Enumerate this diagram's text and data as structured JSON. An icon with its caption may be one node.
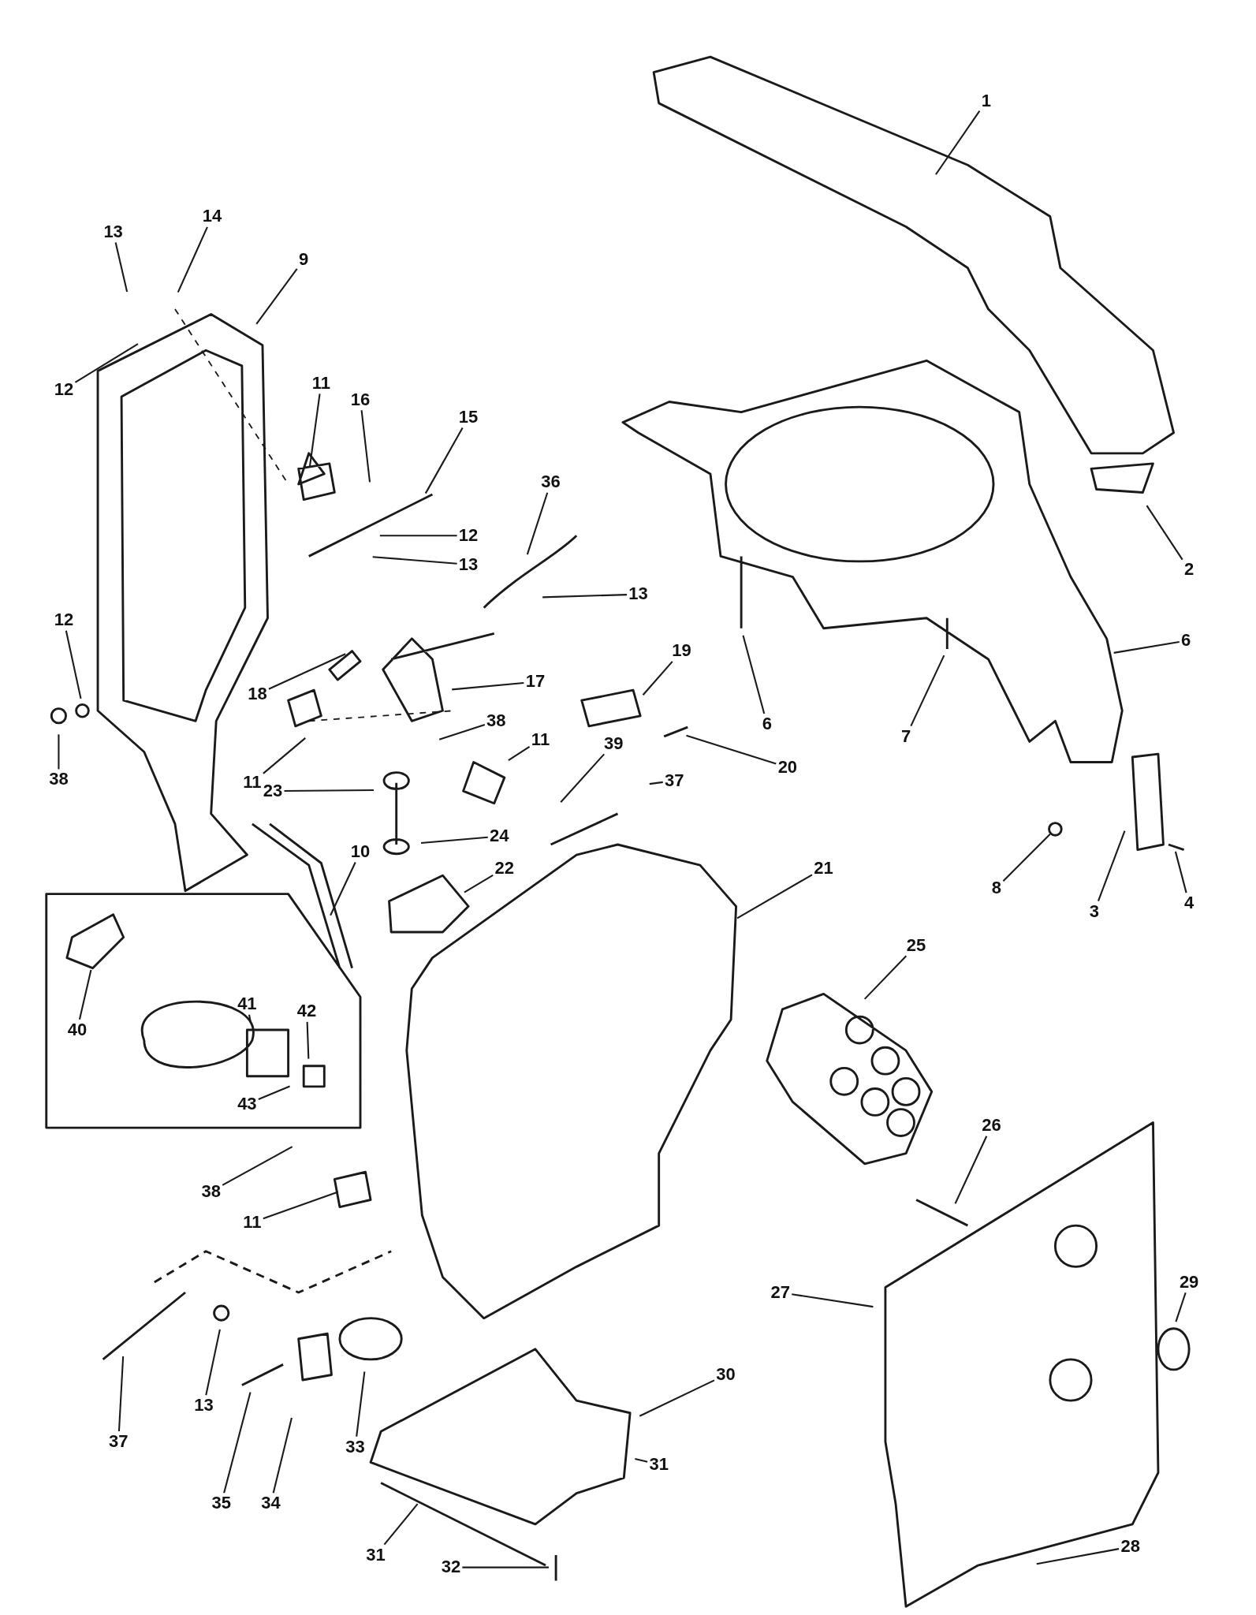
{
  "diagram": {
    "nodes": [
      {
        "text": [
          "1"
        ]
      },
      {
        "text": [
          "14"
        ]
      },
      {
        "text": [
          "13"
        ]
      },
      {
        "text": [
          "9"
        ]
      },
      {
        "text": [
          "12"
        ]
      },
      {
        "text": [
          "11"
        ]
      },
      {
        "text": [
          "16"
        ]
      },
      {
        "text": [
          "15"
        ]
      },
      {
        "text": [
          "36"
        ]
      },
      {
        "text": [
          "12"
        ]
      },
      {
        "text": [
          "13"
        ]
      },
      {
        "text": [
          "2"
        ]
      },
      {
        "text": [
          "13"
        ]
      },
      {
        "text": [
          "12"
        ]
      },
      {
        "text": [
          "6"
        ]
      },
      {
        "text": [
          "19"
        ]
      },
      {
        "text": [
          "17"
        ]
      },
      {
        "text": [
          "38"
        ]
      },
      {
        "text": [
          "6"
        ]
      },
      {
        "text": [
          "18"
        ]
      },
      {
        "text": [
          "7"
        ]
      },
      {
        "text": [
          "38"
        ]
      },
      {
        "text": [
          "11"
        ]
      },
      {
        "text": [
          "20"
        ]
      },
      {
        "text": [
          "39"
        ]
      },
      {
        "text": [
          "11"
        ]
      },
      {
        "text": [
          "23"
        ]
      },
      {
        "text": [
          "37"
        ]
      },
      {
        "text": [
          "24"
        ]
      },
      {
        "text": [
          "10"
        ]
      },
      {
        "text": [
          "22"
        ]
      },
      {
        "text": [
          "21"
        ]
      },
      {
        "text": [
          "8"
        ]
      },
      {
        "text": [
          "4"
        ]
      },
      {
        "text": [
          "3"
        ]
      },
      {
        "text": [
          "25"
        ]
      },
      {
        "text": [
          "41"
        ]
      },
      {
        "text": [
          "42"
        ]
      },
      {
        "text": [
          "40"
        ]
      },
      {
        "text": [
          "43"
        ]
      },
      {
        "text": [
          "26"
        ]
      },
      {
        "text": [
          "38"
        ]
      },
      {
        "text": [
          "11"
        ]
      },
      {
        "text": [
          "29"
        ]
      },
      {
        "text": [
          "27"
        ]
      },
      {
        "text": [
          "30"
        ]
      },
      {
        "text": [
          "13"
        ]
      },
      {
        "text": [
          "37"
        ]
      },
      {
        "text": [
          "33"
        ]
      },
      {
        "text": [
          "31"
        ]
      },
      {
        "text": [
          "35"
        ]
      },
      {
        "text": [
          "34"
        ]
      },
      {
        "text": [
          "28"
        ]
      },
      {
        "text": [
          "31"
        ]
      },
      {
        "text": [
          "32"
        ]
      }
    ],
    "edges": [
      {
        "from": 0,
        "to": null,
        "arrow": "none"
      },
      {
        "from": 1,
        "to": null,
        "arrow": "none"
      },
      {
        "from": 2,
        "to": null,
        "arrow": "none"
      },
      {
        "from": 3,
        "to": null,
        "arrow": "none"
      },
      {
        "from": 4,
        "to": null,
        "arrow": "none"
      },
      {
        "from": 5,
        "to": null,
        "arrow": "none"
      },
      {
        "from": 6,
        "to": null,
        "arrow": "none"
      },
      {
        "from": 7,
        "to": null,
        "arrow": "none"
      },
      {
        "from": 8,
        "to": null,
        "arrow": "none"
      },
      {
        "from": 9,
        "to": null,
        "arrow": "none"
      },
      {
        "from": 10,
        "to": null,
        "arrow": "none"
      },
      {
        "from": 11,
        "to": null,
        "arrow": "none"
      },
      {
        "from": 12,
        "to": null,
        "arrow": "none"
      },
      {
        "from": 13,
        "to": null,
        "arrow": "none"
      },
      {
        "from": 14,
        "to": null,
        "arrow": "none"
      },
      {
        "from": 15,
        "to": null,
        "arrow": "none"
      },
      {
        "from": 16,
        "to": null,
        "arrow": "none"
      },
      {
        "from": 17,
        "to": null,
        "arrow": "none"
      },
      {
        "from": 18,
        "to": null,
        "arrow": "none"
      },
      {
        "from": 19,
        "to": null,
        "arrow": "none"
      },
      {
        "from": 20,
        "to": null,
        "arrow": "none"
      },
      {
        "from": 21,
        "to": null,
        "arrow": "none"
      },
      {
        "from": 22,
        "to": null,
        "arrow": "none"
      },
      {
        "from": 23,
        "to": null,
        "arrow": "none"
      },
      {
        "from": 24,
        "to": null,
        "arrow": "none"
      },
      {
        "from": 25,
        "to": null,
        "arrow": "none"
      },
      {
        "from": 26,
        "to": null,
        "arrow": "none"
      },
      {
        "from": 27,
        "to": null,
        "arrow": "none"
      },
      {
        "from": 28,
        "to": null,
        "arrow": "none"
      },
      {
        "from": 29,
        "to": null,
        "arrow": "none"
      },
      {
        "from": 30,
        "to": null,
        "arrow": "none"
      },
      {
        "from": 31,
        "to": null,
        "arrow": "none"
      },
      {
        "from": 32,
        "to": null,
        "arrow": "none"
      },
      {
        "from": 33,
        "to": null,
        "arrow": "none"
      },
      {
        "from": 34,
        "to": null,
        "arrow": "none"
      },
      {
        "from": 35,
        "to": null,
        "arrow": "none"
      },
      {
        "from": 36,
        "to": null,
        "arrow": "none"
      },
      {
        "from": 37,
        "to": null,
        "arrow": "none"
      },
      {
        "from": 38,
        "to": null,
        "arrow": "none"
      },
      {
        "from": 39,
        "to": null,
        "arrow": "none"
      },
      {
        "from": 40,
        "to": null,
        "arrow": "none"
      },
      {
        "from": 41,
        "to": null,
        "arrow": "none"
      },
      {
        "from": 42,
        "to": null,
        "arrow": "none"
      },
      {
        "from": 43,
        "to": null,
        "arrow": "none"
      },
      {
        "from": 44,
        "to": null,
        "arrow": "none"
      },
      {
        "from": 45,
        "to": null,
        "arrow": "none"
      },
      {
        "from": 46,
        "to": null,
        "arrow": "none"
      },
      {
        "from": 47,
        "to": null,
        "arrow": "none"
      },
      {
        "from": 48,
        "to": null,
        "arrow": "none"
      },
      {
        "from": 49,
        "to": null,
        "arrow": "none"
      },
      {
        "from": 50,
        "to": null,
        "arrow": "none"
      },
      {
        "from": 51,
        "to": null,
        "arrow": "none"
      },
      {
        "from": 52,
        "to": null,
        "arrow": "none"
      },
      {
        "from": 53,
        "to": null,
        "arrow": "none"
      },
      {
        "from": 54,
        "to": null,
        "arrow": "none"
      }
    ]
  }
}
